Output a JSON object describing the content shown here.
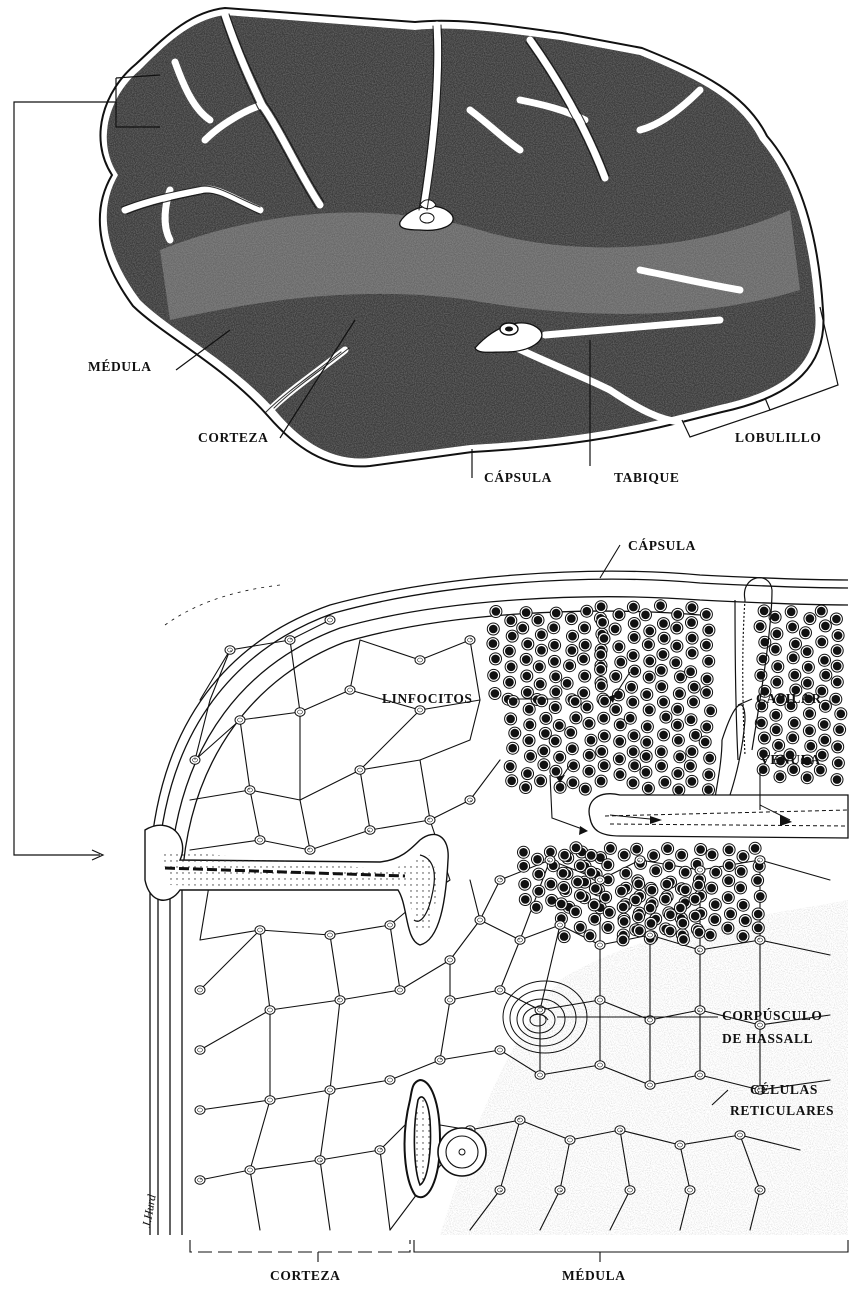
{
  "top_figure": {
    "labels": {
      "medula": "MÉDULA",
      "corteza": "CORTEZA",
      "capsula": "CÁPSULA",
      "tabique": "TABIQUE",
      "lobulillo": "LOBULILLO"
    }
  },
  "bottom_figure": {
    "labels": {
      "capsula": "CÁPSULA",
      "linfocitos": "LINFOCITOS",
      "capilar": "CAPILAR",
      "venula": "VÉNULA",
      "corpusculo_line1": "CORPÚSCULO",
      "corpusculo_line2": "DE HASSALL",
      "celulas_line1": "CÉLULAS",
      "celulas_line2": "RETICULARES",
      "corteza": "CORTEZA",
      "medula": "MÉDULA"
    }
  },
  "colors": {
    "ink": "#111111",
    "tissue": "#2b2b2b",
    "paper": "#ffffff"
  }
}
